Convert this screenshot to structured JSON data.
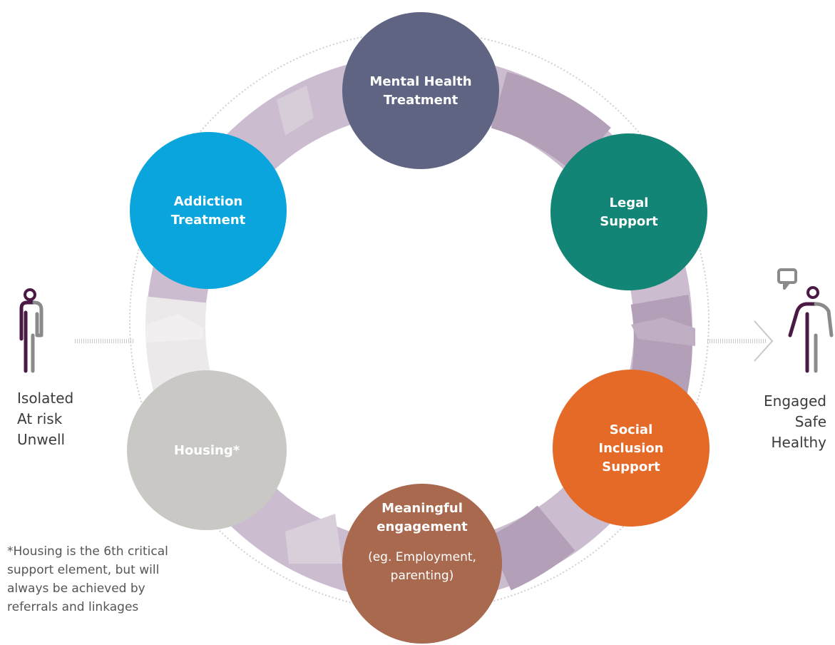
{
  "nodes": [
    {
      "id": "mental-health-treatment",
      "lines": [
        "Mental Health",
        "Treatment"
      ],
      "sub": [],
      "color": "#5f6483"
    },
    {
      "id": "legal-support",
      "lines": [
        "Legal",
        "Support"
      ],
      "sub": [],
      "color": "#128577"
    },
    {
      "id": "social-inclusion-support",
      "lines": [
        "Social",
        "Inclusion",
        "Support"
      ],
      "sub": [],
      "color": "#e56a28"
    },
    {
      "id": "meaningful-engagement",
      "lines": [
        "Meaningful",
        "engagement"
      ],
      "sub": [
        "(eg. Employment,",
        "parenting)"
      ],
      "color": "#a8694e"
    },
    {
      "id": "housing",
      "lines": [
        "Housing*"
      ],
      "sub": [],
      "color": "#c9c8c4"
    },
    {
      "id": "addiction-treatment",
      "lines": [
        "Addiction",
        "Treatment"
      ],
      "sub": [],
      "color": "#0aa5dc"
    }
  ],
  "left_status": {
    "lines": [
      "Isolated",
      "At risk",
      "Unwell"
    ]
  },
  "right_status": {
    "lines": [
      "Engaged",
      "Safe",
      "Healthy"
    ]
  },
  "footnote": {
    "lines": [
      "*Housing is the 6th critical",
      "support element, but will",
      "always be achieved by",
      "referrals and linkages"
    ]
  },
  "colors": {
    "ring": "#cbbccf",
    "ring_dark": "#b3a0b8",
    "ring_light": "#ece9ea",
    "person_purple": "#4a1a45",
    "person_gray": "#8a8a8a"
  }
}
